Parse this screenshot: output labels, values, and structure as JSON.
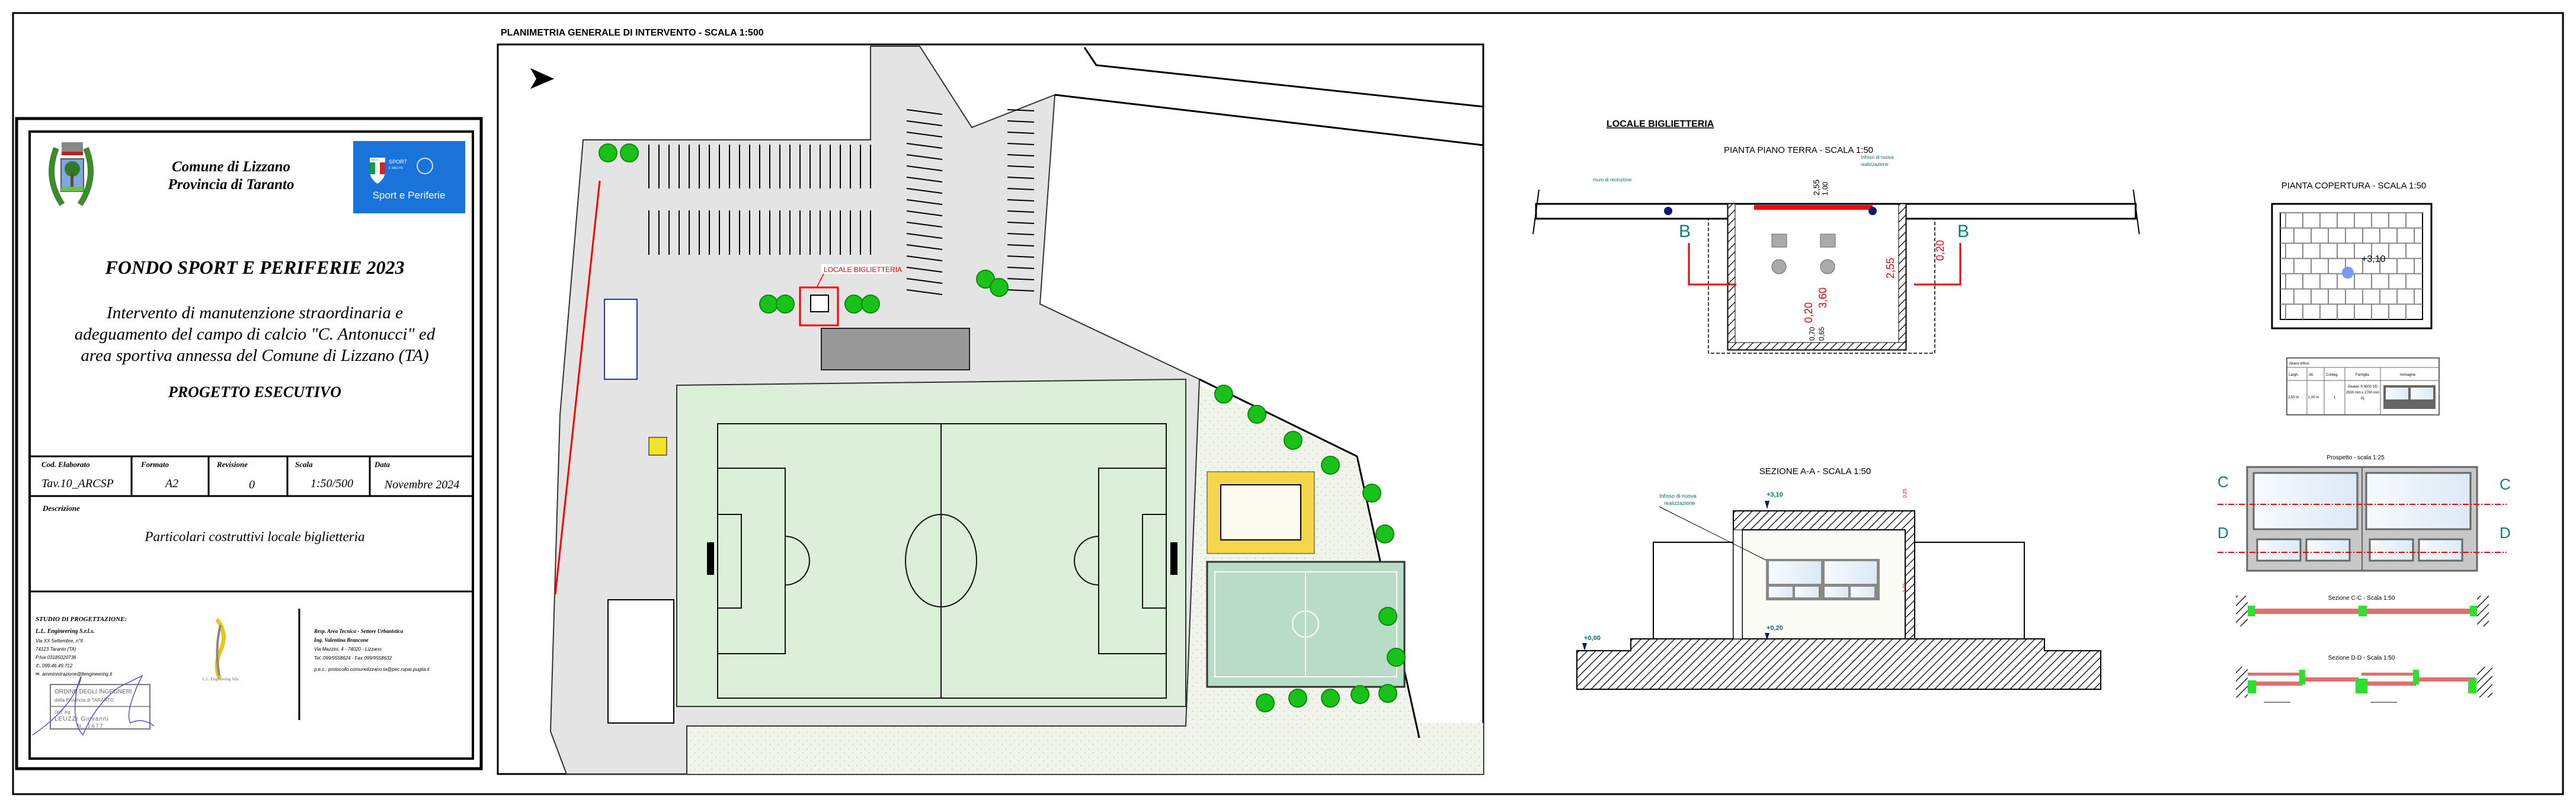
{
  "title_block": {
    "comune": "Comune di Lizzano",
    "provincia": "Provincia di Taranto",
    "logo_sport": {
      "badge": "ITALIA",
      "line1": "SPORT",
      "line2": "E SALUTE",
      "caption": "Sport e Periferie",
      "color": "#1a73d9"
    },
    "fondo": "FONDO SPORT E PERIFERIE 2023",
    "intervento_lines": [
      "Intervento di manutenzione straordinaria e",
      "adeguamento del campo di calcio \"C. Antonucci\" ed",
      "area sportiva annessa del Comune di Lizzano (TA)"
    ],
    "fase": "PROGETTO ESECUTIVO",
    "info_table": {
      "headers": [
        "Cod. Elaborato",
        "Formato",
        "Revisione",
        "Scala",
        "Data"
      ],
      "values": [
        "Tav.10_ARCSP",
        "A2",
        "0",
        "1:50/500",
        "Novembre 2024"
      ]
    },
    "descrizione_label": "Descrizione",
    "descrizione": "Particolari costruttivi locale biglietteria",
    "studio": {
      "heading": "STUDIO DI PROGETTAZIONE:",
      "name": "L.L. Engineering S.r.l.s.",
      "lines": [
        "Via XX Settembre, n°9",
        "74123 Taranto (TA)",
        "P.Iva 03185020736",
        "✆. 099.46.49.712",
        "✉. amministrazione@llengineering.it"
      ],
      "logo_caption": "L.L. Engineering Srls"
    },
    "stamp": {
      "line1": "ORDINE DEGLI INGEGNERI",
      "line2": "della Provincia di TARANTO",
      "line3": "Dott. Ing.",
      "line4": "LEUZZI Giovanni",
      "line5": "N. 1677"
    },
    "responsabile": {
      "lines": [
        "Resp. Area Tecnica - Settore Urbanistica",
        "Ing. Valentina Brancone",
        "Via Mazzini, 4 - 74020 - Lizzano",
        "Tel. 099/9558624 - Fax 099/9558632",
        "p.e.c.: protocollo.comunelizzano.ta@pec.rupar.puglia.it"
      ]
    }
  },
  "plan": {
    "title": "PLANIMETRIA GENERALE DI INTERVENTO - SCALA 1:500",
    "label_biglietteria": "LOCALE BIGLIETTERIA",
    "colors": {
      "paving": "#e4e4e4",
      "pitch": "#dcefd9",
      "futsal": "#b9dcc6",
      "volley": "#f3d64a",
      "tree": "#19c219",
      "highlight": "#ff0000"
    }
  },
  "details": {
    "heading": "LOCALE BIGLIETTERIA",
    "pianta_terra": {
      "title": "PIANTA PIANO TERRA - SCALA 1:50",
      "note_left": "muro di recinzione",
      "note_right": [
        "Infisso di nuova",
        "realizzazione"
      ],
      "section_marks": [
        "B",
        "B"
      ],
      "dims_black": [
        "2,55",
        "1,00",
        "0,70",
        "0,65"
      ],
      "dims_red": [
        "0,20",
        "2,55",
        "3,60",
        "0,20"
      ]
    },
    "pianta_copertura": {
      "title": "PIANTA COPERTURA - SCALA 1:50",
      "level": "+3,10"
    },
    "abaco": {
      "title": "Abaco infissi",
      "headers": [
        "Largh.",
        "Alt.",
        "Conteg.",
        "Famiglia",
        "Immagine"
      ],
      "row": [
        "2,50 m",
        "1,00 m",
        "1",
        "Gealan S 9000 VD 2500 mm x 2700 mm 01"
      ]
    },
    "sezione_aa": {
      "title": "SEZIONE A-A - SCALA 1:50",
      "note": [
        "Infisso di nuova",
        "realizzazione"
      ],
      "levels": [
        "+3,10",
        "+0,20",
        "+0,00"
      ],
      "dims_red": [
        "0,25",
        "2,70"
      ]
    },
    "prospetto": {
      "title": "Prospetto - scala 1:25",
      "marks": [
        "C",
        "C",
        "D",
        "D"
      ]
    },
    "sezione_cc": {
      "title": "Sezione C-C - Scala 1:50"
    },
    "sezione_dd": {
      "title": "Sezione D-D  - Scala 1:50"
    }
  }
}
